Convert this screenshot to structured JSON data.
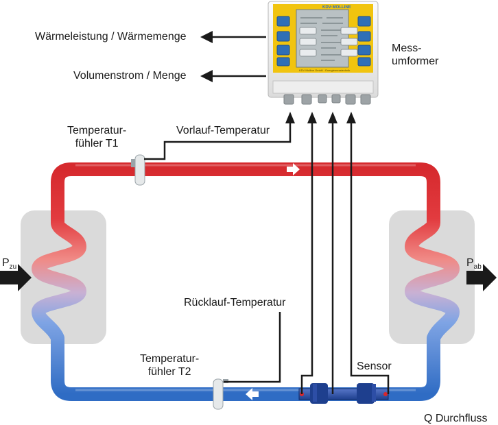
{
  "labels": {
    "heat_output": "Wärmeleistung / Wärmemenge",
    "volume_flow": "Volumenstrom / Menge",
    "transmitter_line1": "Mess-",
    "transmitter_line2": "umformer",
    "sensor_t1_line1": "Temperatur-",
    "sensor_t1_line2": "fühler T1",
    "supply_temp": "Vorlauf-Temperatur",
    "return_temp": "Rücklauf-Temperatur",
    "sensor_t2_line1": "Temperatur-",
    "sensor_t2_line2": "fühler T2",
    "sensor": "Sensor",
    "flow": "Q Durchfluss",
    "p_in_main": "P",
    "p_in_sub": "zu",
    "p_out_main": "P",
    "p_out_sub": "ab"
  },
  "device": {
    "brand": "KDV·MOLLINE",
    "footer": "KDV Molline GmbH · Energiemesstechnik"
  },
  "colors": {
    "supply_pipe": "#d8262c",
    "return_pipe": "#2f6cc4",
    "housing": "#f1c40f",
    "exchanger_box": "#d9d9d9",
    "arrow": "#1a1a1a"
  }
}
